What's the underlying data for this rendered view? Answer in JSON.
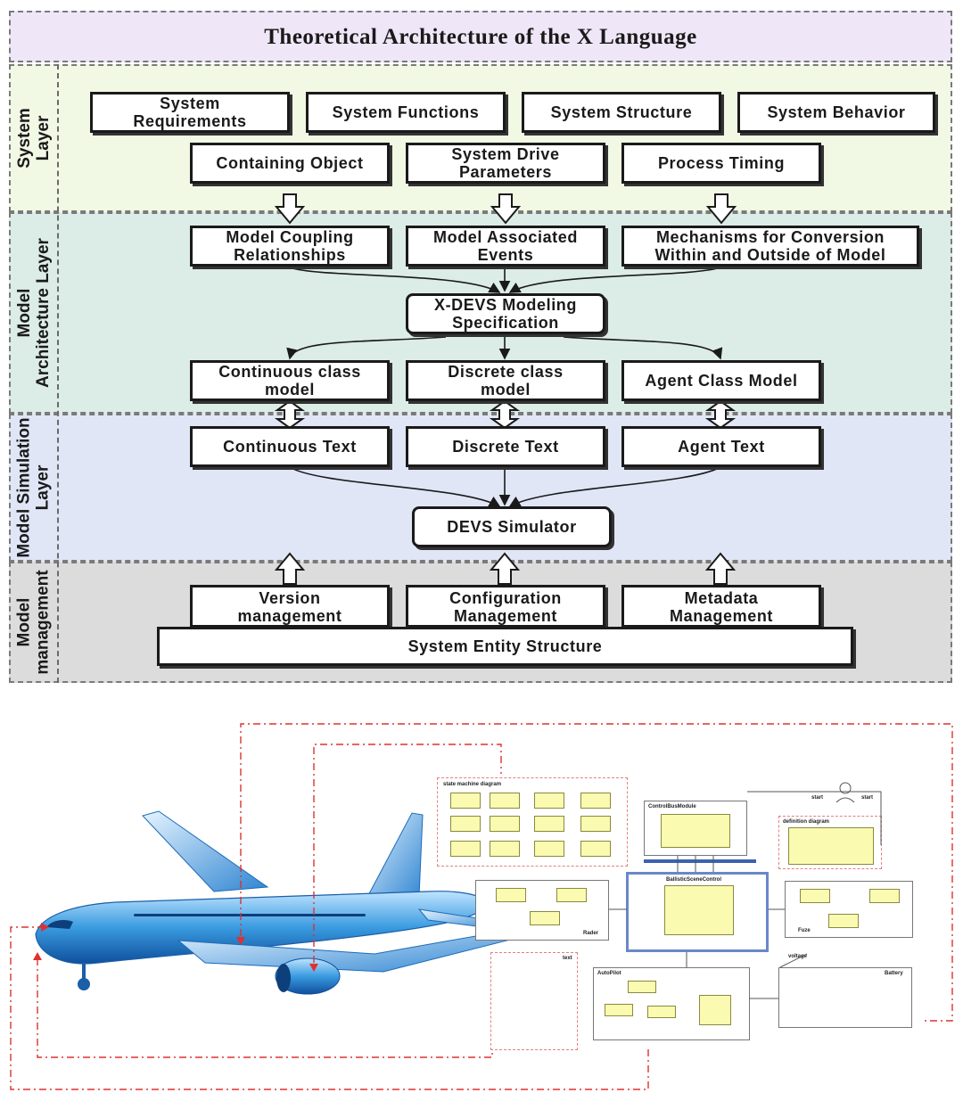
{
  "title": "Theoretical Architecture of the X Language",
  "layers": {
    "system": "System\nLayer",
    "model_architecture": "Model\nArchitecture Layer",
    "model_simulation": "Model Simulation\nLayer",
    "model_management": "Model\nmanagement"
  },
  "system_layer": {
    "requirements": "System\nRequirements",
    "functions": "System Functions",
    "structure": "System Structure",
    "behavior": "System Behavior",
    "containing_object": "Containing Object",
    "drive_parameters": "System Drive\nParameters",
    "process_timing": "Process Timing"
  },
  "architecture_layer": {
    "coupling": "Model Coupling\nRelationships",
    "events": "Model Associated\nEvents",
    "mechanisms": "Mechanisms for Conversion\nWithin and Outside of Model",
    "xdevs": "X-DEVS Modeling\nSpecification",
    "continuous": "Continuous class\nmodel",
    "discrete": "Discrete class\nmodel",
    "agent": "Agent Class Model"
  },
  "simulation_layer": {
    "continuous_text": "Continuous Text",
    "discrete_text": "Discrete Text",
    "agent_text": "Agent Text",
    "simulator": "DEVS Simulator"
  },
  "management_layer": {
    "version": "Version\nmanagement",
    "configuration": "Configuration\nManagement",
    "metadata": "Metadata\nManagement",
    "ses": "System Entity Structure"
  },
  "sysml_figure": {
    "state_machine": "state machine diagram",
    "control_bus": "ControlBusModule",
    "definition": "definition diagram",
    "ballistic": "BallisticSceneControl",
    "rader": "Rader",
    "fuze": "Fuze",
    "autopilot": "AutoPilot",
    "battery": "Battery",
    "text": "text",
    "start1": "start",
    "start2": "start",
    "voltage": "voltage"
  },
  "colors": {
    "system_layer_bg": "#f1f8e4",
    "architecture_layer_bg": "#dcece6",
    "simulation_layer_bg": "#e0e6f6",
    "management_layer_bg": "#dcdcdc",
    "title_bg": "#efe6f8",
    "plane_blue": "#3a9be0",
    "dash_red": "#e03030"
  }
}
